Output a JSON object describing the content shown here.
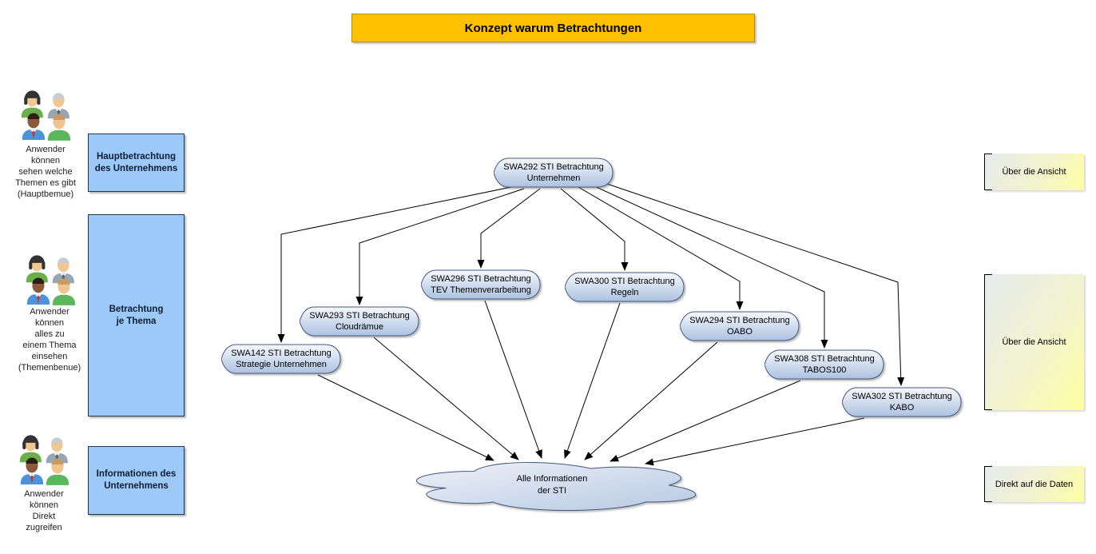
{
  "title": "Konzept warum Betrachtungen",
  "left_panel": {
    "groups": [
      {
        "caption": "Anwender\nkönnen\nsehen welche\nThemen es gibt\n(Hauptbemue)",
        "box_label": "Hauptbetrachtung\ndes Unternehmens"
      },
      {
        "caption": "Anwender\nkönnen\nalles zu\neinem Thema\neinsehen\n(Themenbenue)",
        "box_label": "Betrachtung\nje Thema"
      },
      {
        "caption": "Anwender\nkönnen\nDirekt\nzugreifen",
        "box_label": "Informationen des\nUnternehmens"
      }
    ]
  },
  "diagram": {
    "root_node": {
      "id": "SWA292",
      "label": "SWA292 STI Betrachtung\nUnternehmen"
    },
    "child_nodes": [
      {
        "id": "SWA296",
        "label": "SWA296 STI Betrachtung\nTEV Themenverarbeitung"
      },
      {
        "id": "SWA300",
        "label": "SWA300 STI Betrachtung\nRegeln"
      },
      {
        "id": "SWA293",
        "label": "SWA293 STI Betrachtung\nCloudrämue"
      },
      {
        "id": "SWA294",
        "label": "SWA294 STI Betrachtung\nOABO"
      },
      {
        "id": "SWA142",
        "label": "SWA142 STI Betrachtung\nStrategie Unternehmen"
      },
      {
        "id": "SWA308",
        "label": "SWA308 STI Betrachtung\nTABOS100"
      },
      {
        "id": "SWA302",
        "label": "SWA302 STI Betrachtung\nKABO"
      }
    ],
    "cloud_label": "Alle Informationen\nder STI"
  },
  "right_panel": {
    "labels": [
      {
        "label": "Über die Ansicht"
      },
      {
        "label": "Über die Ansicht"
      },
      {
        "label": "Direkt auf die Daten"
      }
    ]
  },
  "colors": {
    "title_bg": "#FFC000",
    "blue_box_bg": "#9DC9F8",
    "node_gradient_top": "#F6F9FD",
    "node_gradient_bottom": "#ADC1E0",
    "right_box_yellow": "#FFFFA0",
    "edge_color": "#000000"
  }
}
